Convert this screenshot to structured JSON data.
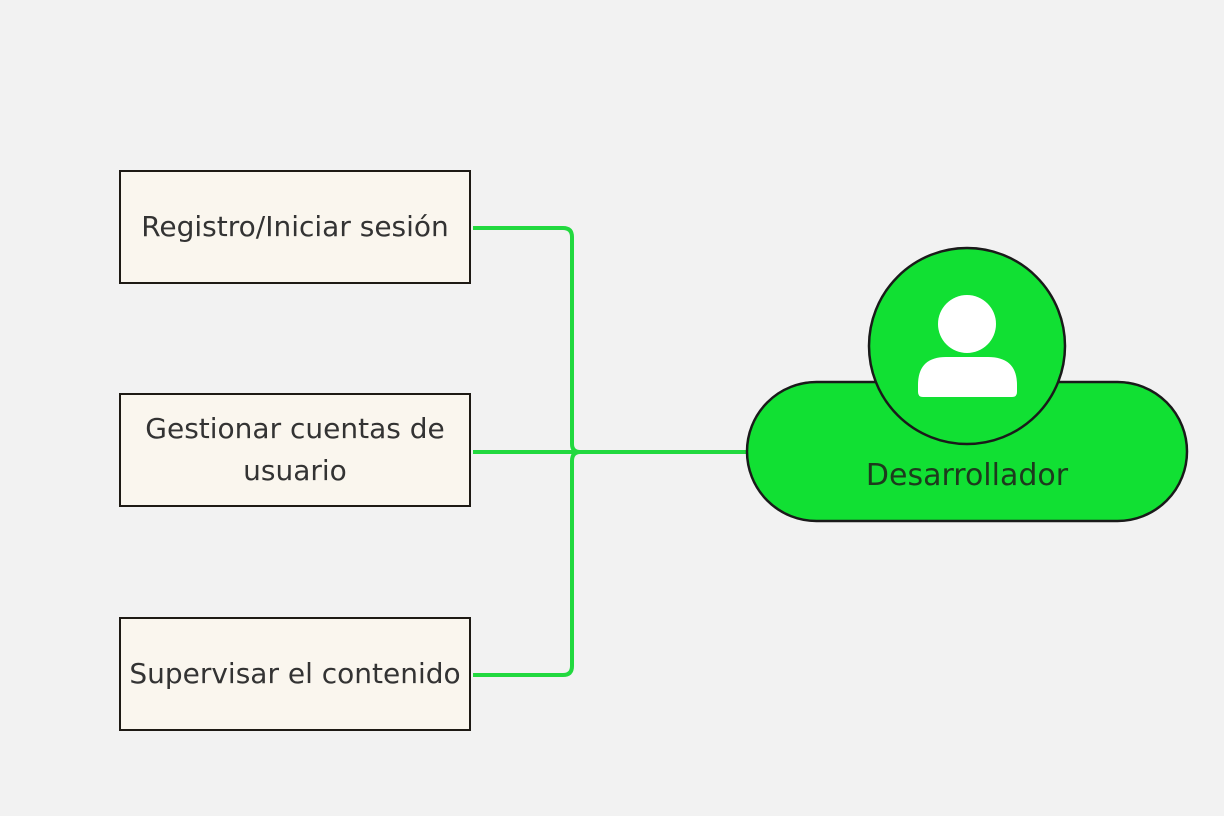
{
  "diagram": {
    "actor": {
      "label": "Desarrollador",
      "icon": "user-icon",
      "fill_color": "#11e033"
    },
    "use_cases": [
      {
        "label": "Registro/Iniciar sesión"
      },
      {
        "label": "Gestionar cuentas de usuario"
      },
      {
        "label": "Supervisar el contenido"
      }
    ],
    "connector_color": "#22d93f"
  }
}
